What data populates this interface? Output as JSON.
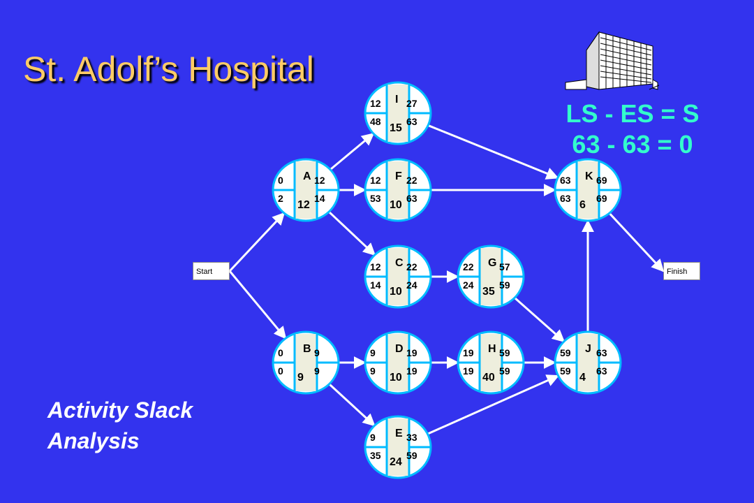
{
  "title": "St. Adolf’s Hospital",
  "formula": {
    "line1": "LS - ES = S",
    "line2": "63 - 63 = 0"
  },
  "subtitle": "Activity Slack Analysis",
  "start_label": "Start",
  "finish_label": "Finish",
  "colors": {
    "background": "#3333ee",
    "title": "#ffcc66",
    "formula": "#33ffcc",
    "node_fill": "#eeeedd",
    "node_border": "#00bbff",
    "arrow": "#ffffff"
  },
  "icons": {
    "building": "hospital-building-icon"
  },
  "nodes": [
    {
      "id": "I",
      "es": "12",
      "ef": "27",
      "ls": "48",
      "lf": "63",
      "dur": "15"
    },
    {
      "id": "A",
      "es": "0",
      "ef": "12",
      "ls": "2",
      "lf": "14",
      "dur": "12"
    },
    {
      "id": "F",
      "es": "12",
      "ef": "22",
      "ls": "53",
      "lf": "63",
      "dur": "10"
    },
    {
      "id": "K",
      "es": "63",
      "ef": "69",
      "ls": "63",
      "lf": "69",
      "dur": "6"
    },
    {
      "id": "C",
      "es": "12",
      "ef": "22",
      "ls": "14",
      "lf": "24",
      "dur": "10"
    },
    {
      "id": "G",
      "es": "22",
      "ef": "57",
      "ls": "24",
      "lf": "59",
      "dur": "35"
    },
    {
      "id": "B",
      "es": "0",
      "ef": "9",
      "ls": "0",
      "lf": "9",
      "dur": "9"
    },
    {
      "id": "D",
      "es": "9",
      "ef": "19",
      "ls": "9",
      "lf": "19",
      "dur": "10"
    },
    {
      "id": "H",
      "es": "19",
      "ef": "59",
      "ls": "19",
      "lf": "59",
      "dur": "40"
    },
    {
      "id": "J",
      "es": "59",
      "ef": "63",
      "ls": "59",
      "lf": "63",
      "dur": "4"
    },
    {
      "id": "E",
      "es": "9",
      "ef": "33",
      "ls": "35",
      "lf": "59",
      "dur": "24"
    }
  ],
  "edges": [
    [
      "Start",
      "A"
    ],
    [
      "Start",
      "B"
    ],
    [
      "A",
      "I"
    ],
    [
      "A",
      "F"
    ],
    [
      "A",
      "C"
    ],
    [
      "I",
      "K"
    ],
    [
      "F",
      "K"
    ],
    [
      "C",
      "G"
    ],
    [
      "G",
      "J"
    ],
    [
      "B",
      "D"
    ],
    [
      "B",
      "E"
    ],
    [
      "D",
      "H"
    ],
    [
      "H",
      "J"
    ],
    [
      "E",
      "J"
    ],
    [
      "J",
      "K"
    ],
    [
      "K",
      "Finish"
    ]
  ]
}
